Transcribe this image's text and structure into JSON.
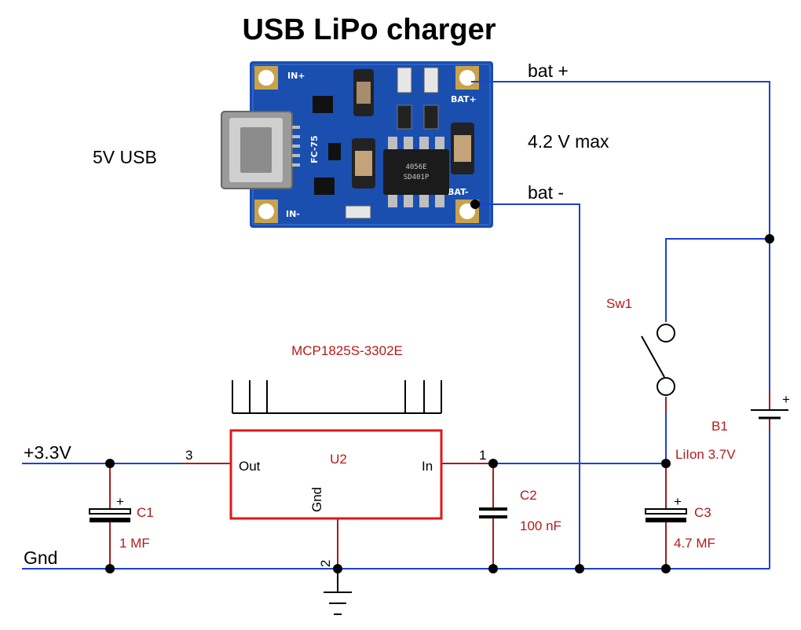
{
  "title": "USB LiPo charger",
  "module": {
    "input_label": "5V USB",
    "bat_plus_label": "bat +",
    "bat_minus_label": "bat -",
    "voltage_note": "4.2 V max",
    "silk_in_plus": "IN+",
    "silk_in_minus": "IN-",
    "silk_bat_plus": "BAT+",
    "silk_bat_minus": "BAT-",
    "silk_connector": "FC-75",
    "silk_chip_line1": "4056E",
    "silk_chip_line2": "SD401P"
  },
  "nets": {
    "v33": "+3.3V",
    "gnd": "Gnd"
  },
  "regulator": {
    "part": "MCP1825S-3302E",
    "ref": "U2",
    "pin_out": "Out",
    "pin_in": "In",
    "pin_gnd": "Gnd",
    "pin_out_num": "3",
    "pin_in_num": "1",
    "pin_gnd_num": "2"
  },
  "capacitors": [
    {
      "ref": "C1",
      "value": "1 MF"
    },
    {
      "ref": "C2",
      "value": "100 nF"
    },
    {
      "ref": "C3",
      "value": "4.7 MF"
    }
  ],
  "switch": {
    "ref": "Sw1"
  },
  "battery": {
    "ref": "B1",
    "type": "LiIon 3.7V"
  },
  "colors": {
    "wire": "#1f3fd1",
    "component": "#a51d1d",
    "regulator_box": "#e01818",
    "pcb": "#1a4fb0"
  }
}
